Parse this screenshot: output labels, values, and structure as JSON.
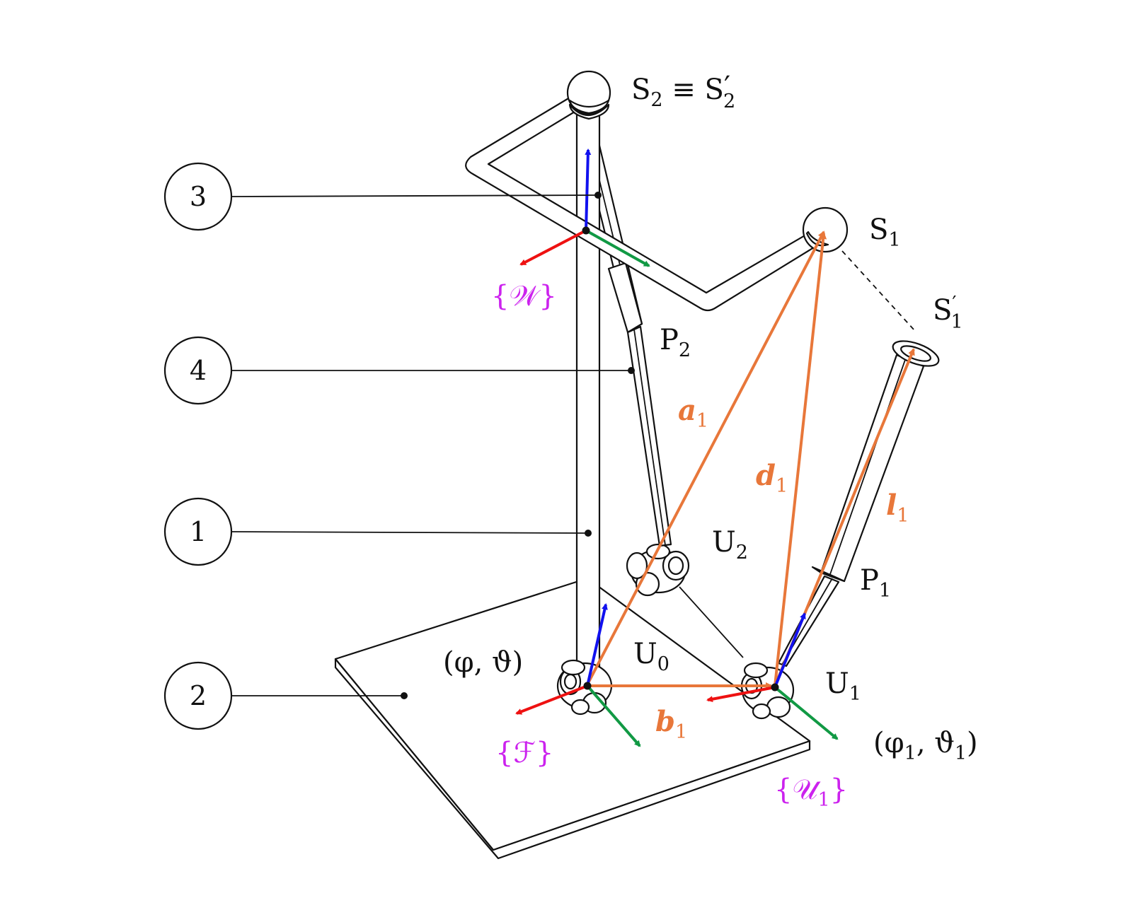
{
  "colors": {
    "vector": "#e8773a",
    "frame": "#cc22ee",
    "axis_x": "#ee1111",
    "axis_y": "#119944",
    "axis_z": "#1111ee",
    "line": "#111111"
  },
  "callouts": [
    "3",
    "4",
    "1",
    "2"
  ],
  "points": {
    "s2": {
      "main": "S",
      "sub": "2",
      "rest": " ≡ S",
      "prime": "′",
      "sub2": "2"
    },
    "s1": {
      "main": "S",
      "sub": "1"
    },
    "s1p": {
      "main": "S",
      "prime": "′",
      "sub": "1"
    },
    "p2": {
      "main": "P",
      "sub": "2"
    },
    "p1": {
      "main": "P",
      "sub": "1"
    },
    "u2": {
      "main": "U",
      "sub": "2"
    },
    "u0": {
      "main": "U",
      "sub": "0"
    },
    "u1": {
      "main": "U",
      "sub": "1"
    }
  },
  "angles": {
    "base": "(φ, ϑ)",
    "u1_open": "(φ",
    "u1_sub1": "1",
    "u1_mid": ", ϑ",
    "u1_sub2": "1",
    "u1_close": ")"
  },
  "frames": {
    "world": "{𝒲}",
    "fixed": "{ℱ}",
    "u1_open": "{𝒰",
    "u1_sub": "1",
    "u1_close": "}"
  },
  "vectors": {
    "a": {
      "main": "a",
      "sub": "1"
    },
    "b": {
      "main": "b",
      "sub": "1"
    },
    "d": {
      "main": "d",
      "sub": "1"
    },
    "l": {
      "main": "l",
      "sub": "1"
    }
  }
}
